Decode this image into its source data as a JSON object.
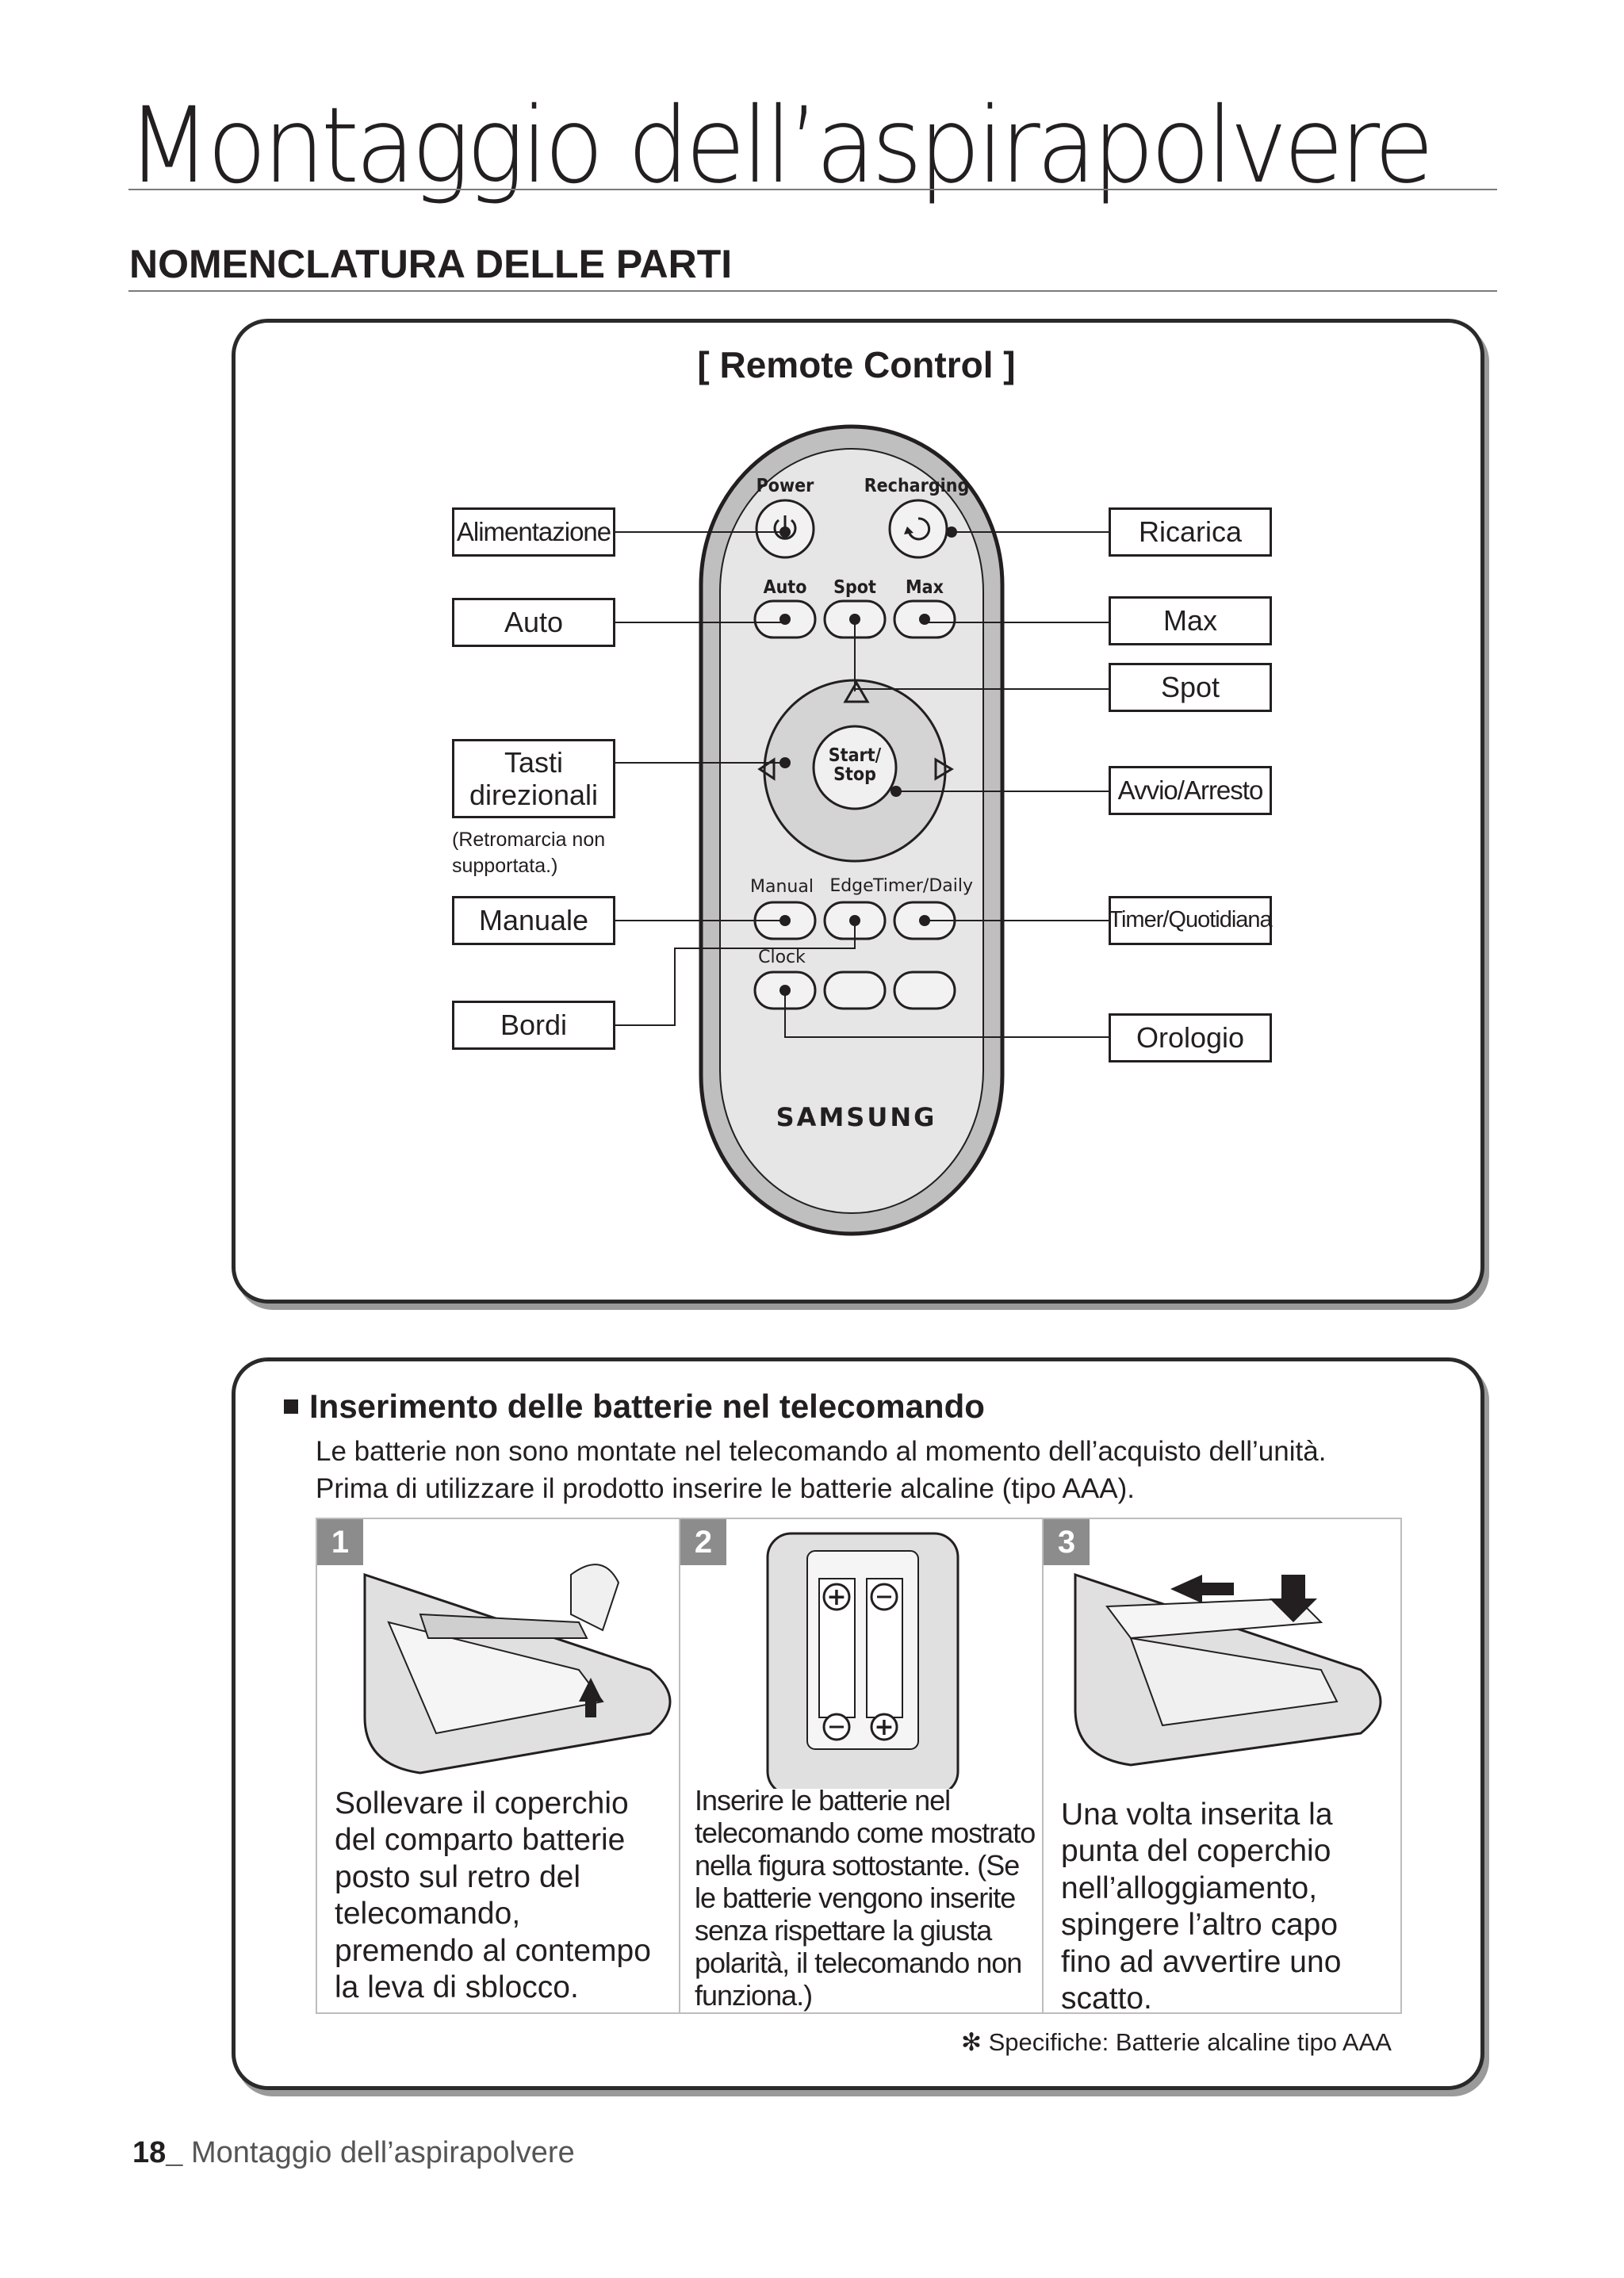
{
  "page": {
    "title": "Montaggio dell’aspirapolvere",
    "section_heading": "NOMENCLATURA DELLE PARTI",
    "footer_number": "18_",
    "footer_text": " Montaggio dell’aspirapolvere"
  },
  "remote": {
    "title": "[ Remote Control ]",
    "brand": "SAMSUNG",
    "button_labels": {
      "power": "Power",
      "recharging": "Recharging",
      "auto": "Auto",
      "spot": "Spot",
      "max": "Max",
      "start_stop_1": "Start/",
      "start_stop_2": "Stop",
      "manual": "Manual",
      "edge": "Edge",
      "timer_daily": "Timer/Daily",
      "clock": "Clock"
    },
    "callouts": {
      "alimentazione": "Alimentazione",
      "auto": "Auto",
      "tasti_direzionali_1": "Tasti",
      "tasti_direzionali_2": "direzionali",
      "retromarcia_note_1": "(Retromarcia non",
      "retromarcia_note_2": "supportata.)",
      "manuale": "Manuale",
      "bordi": "Bordi",
      "ricarica": "Ricarica",
      "max": "Max",
      "spot": "Spot",
      "avvio_arresto": "Avvio/Arresto",
      "timer_quotidiana": "Timer/Quotidiana",
      "orologio": "Orologio"
    }
  },
  "batteries": {
    "heading": "Inserimento delle batterie nel telecomando",
    "intro_line1": "Le batterie non sono montate nel telecomando al momento dell’acquisto dell’unità.",
    "intro_line2": "Prima di utilizzare il prodotto inserire le batterie alcaline (tipo AAA).",
    "steps": [
      {
        "num": "1",
        "text": "Sollevare il coperchio del comparto batterie posto sul retro del telecomando, premendo al contempo la leva di sblocco."
      },
      {
        "num": "2",
        "text": "Inserire le batterie nel telecomando come mostrato nella figura sottostante. (Se le batterie vengono inserite senza rispettare la giusta polarità, il telecomando non funziona.)"
      },
      {
        "num": "3",
        "text": "Una volta inserita la punta del coperchio nell’alloggiamento, spingere l’altro capo fino ad avvertire uno scatto."
      }
    ],
    "spec_note": "✻ Specifiche: Batterie alcaline tipo AAA"
  }
}
